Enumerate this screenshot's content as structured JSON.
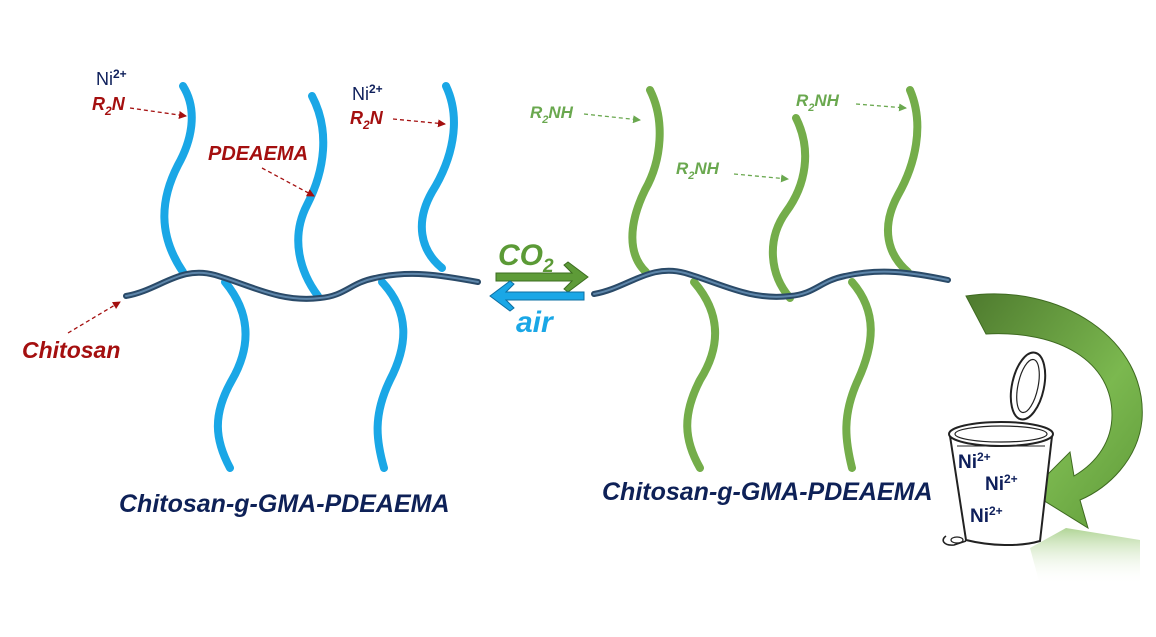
{
  "colors": {
    "blue_chain": "#1aa7e6",
    "green_chain": "#74ad4a",
    "backbone": "#3a5f80",
    "red_label": "#a40f0f",
    "green_label": "#6aa84f",
    "navy_text": "#0e1f5b",
    "bin_arrow": "#6aa84f"
  },
  "left": {
    "ion_labels": [
      {
        "base": "Ni",
        "sup": "2+"
      },
      {
        "base": "Ni",
        "sup": "2+"
      }
    ],
    "amine_labels": [
      {
        "pre": "R",
        "sub": "2",
        "post": "N"
      },
      {
        "pre": "R",
        "sub": "2",
        "post": "N"
      }
    ],
    "polymer_label": "PDEAEMA",
    "backbone_label": "Chitosan",
    "caption": "Chitosan-g-GMA-PDEAEMA"
  },
  "middle": {
    "forward": {
      "pre": "CO",
      "sub": "2"
    },
    "reverse": "air"
  },
  "right": {
    "amine_labels": [
      {
        "pre": "R",
        "sub": "2",
        "post": "NH"
      },
      {
        "pre": "R",
        "sub": "2",
        "post": "NH"
      },
      {
        "pre": "R",
        "sub": "2",
        "post": "NH"
      }
    ],
    "caption": "Chitosan-g-GMA-PDEAEMA"
  },
  "bin": {
    "icon": "trash-bin-icon",
    "contents": [
      {
        "base": "Ni",
        "sup": "2+"
      },
      {
        "base": "Ni",
        "sup": "2+"
      },
      {
        "base": "Ni",
        "sup": "2+"
      }
    ]
  }
}
